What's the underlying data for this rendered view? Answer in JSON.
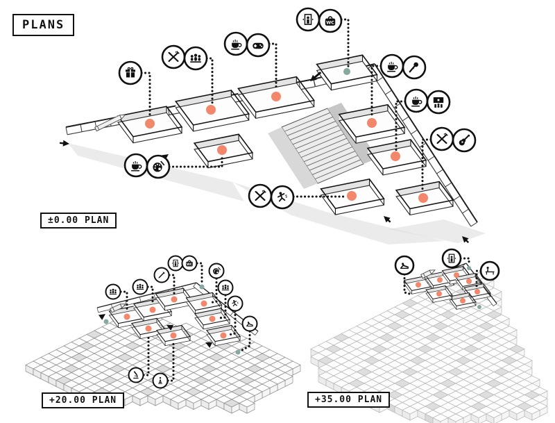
{
  "page": {
    "title": "PLANS"
  },
  "plans": [
    {
      "label": "±0.00 PLAN",
      "icon_groups": [
        [
          "gift"
        ],
        [
          "dining",
          "meeting"
        ],
        [
          "cafe",
          "games"
        ],
        [
          "elevator",
          "wc"
        ],
        [
          "cafe",
          "mic"
        ],
        [
          "cafe",
          "cinema"
        ],
        [
          "dining",
          "music"
        ],
        [
          "cafe",
          "art"
        ],
        [
          "dining",
          "dance"
        ]
      ],
      "room_marker_count": 8,
      "core_marker_count": 1
    },
    {
      "label": "+20.00 PLAN",
      "icon_groups": [
        [
          "meeting"
        ],
        [
          "meeting"
        ],
        [
          "pen"
        ],
        [
          "elevator",
          "wc"
        ],
        [
          "art"
        ],
        [
          "meeting"
        ],
        [
          "dance"
        ],
        [
          "yoga"
        ],
        [
          "microscope"
        ],
        [
          "statue"
        ]
      ],
      "room_marker_count": 8,
      "core_marker_count": 3
    },
    {
      "label": "+35.00 PLAN",
      "icon_groups": [
        [
          "yoga"
        ],
        [
          "elevator"
        ],
        [
          "desk"
        ]
      ],
      "room_marker_count": 7,
      "core_marker_count": 2
    }
  ],
  "icons": {
    "wc_label": "WC"
  },
  "colors": {
    "room_marker": "#F2876C",
    "core_marker": "#86A8A1",
    "ink": "#141414"
  }
}
